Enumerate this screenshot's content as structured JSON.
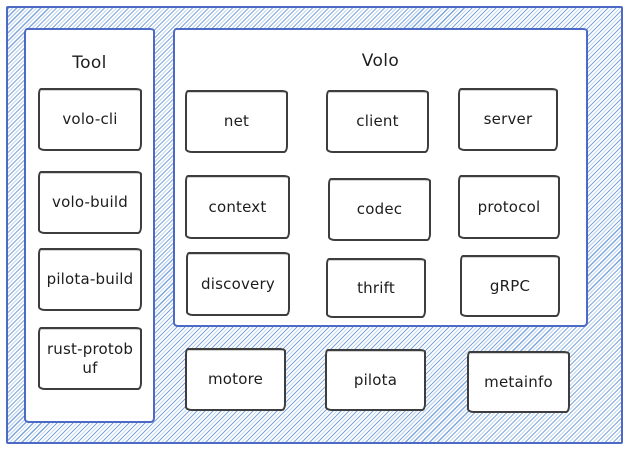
{
  "canvas": {
    "colors": {
      "hatch_line_dark": "#7ea8dd",
      "hatch_line_light": "#c6d9f1",
      "panel_border": "#4c69c5",
      "box_border": "#3d3d3d",
      "text": "#1d1d1d",
      "panel_bg": "#ffffff"
    }
  },
  "tool_panel": {
    "title": "Tool",
    "boxes": [
      {
        "label": "volo-cli"
      },
      {
        "label": "volo-build"
      },
      {
        "label": "pilota-build"
      },
      {
        "label": "rust-protobuf"
      }
    ]
  },
  "volo_panel": {
    "title": "Volo",
    "boxes": [
      {
        "label": "net"
      },
      {
        "label": "client"
      },
      {
        "label": "server"
      },
      {
        "label": "context"
      },
      {
        "label": "codec"
      },
      {
        "label": "protocol"
      },
      {
        "label": "discovery"
      },
      {
        "label": "thrift"
      },
      {
        "label": "gRPC"
      }
    ]
  },
  "floating_boxes": [
    {
      "label": "motore"
    },
    {
      "label": "pilota"
    },
    {
      "label": "metainfo"
    }
  ]
}
